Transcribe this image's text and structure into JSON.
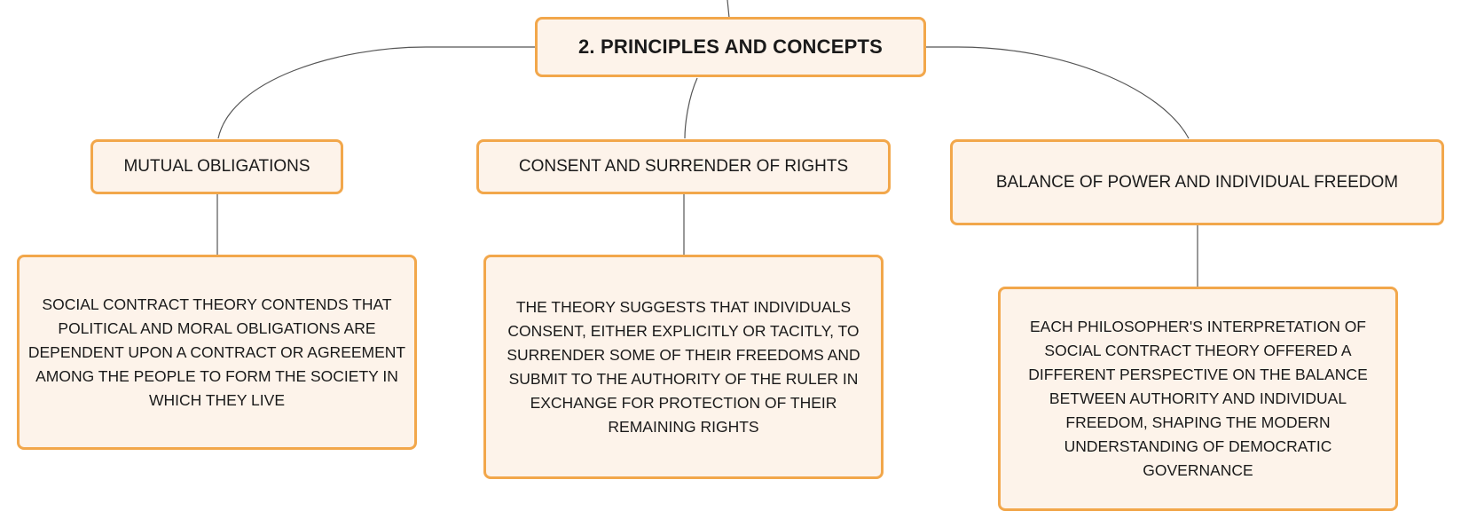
{
  "root": {
    "label": "2. PRINCIPLES AND CONCEPTS"
  },
  "branches": [
    {
      "label": "MUTUAL OBLIGATIONS",
      "detail": "SOCIAL CONTRACT THEORY CONTENDS THAT POLITICAL AND MORAL OBLIGATIONS ARE DEPENDENT UPON A CONTRACT OR AGREEMENT AMONG THE PEOPLE TO FORM THE SOCIETY IN WHICH THEY LIVE"
    },
    {
      "label": "CONSENT AND SURRENDER OF RIGHTS",
      "detail": "THE THEORY SUGGESTS THAT INDIVIDUALS CONSENT, EITHER EXPLICITLY OR TACITLY, TO SURRENDER SOME OF THEIR FREEDOMS AND SUBMIT TO THE AUTHORITY OF THE RULER IN EXCHANGE FOR PROTECTION OF THEIR REMAINING RIGHTS"
    },
    {
      "label": "BALANCE OF POWER AND INDIVIDUAL FREEDOM",
      "detail": "EACH PHILOSOPHER'S INTERPRETATION OF SOCIAL CONTRACT THEORY OFFERED A DIFFERENT PERSPECTIVE ON THE BALANCE BETWEEN AUTHORITY AND INDIVIDUAL FREEDOM, SHAPING THE MODERN UNDERSTANDING OF DEMOCRATIC GOVERNANCE"
    }
  ],
  "colors": {
    "node_fill": "#fdf3ea",
    "node_border": "#f2a74b",
    "connector": "#555555"
  }
}
